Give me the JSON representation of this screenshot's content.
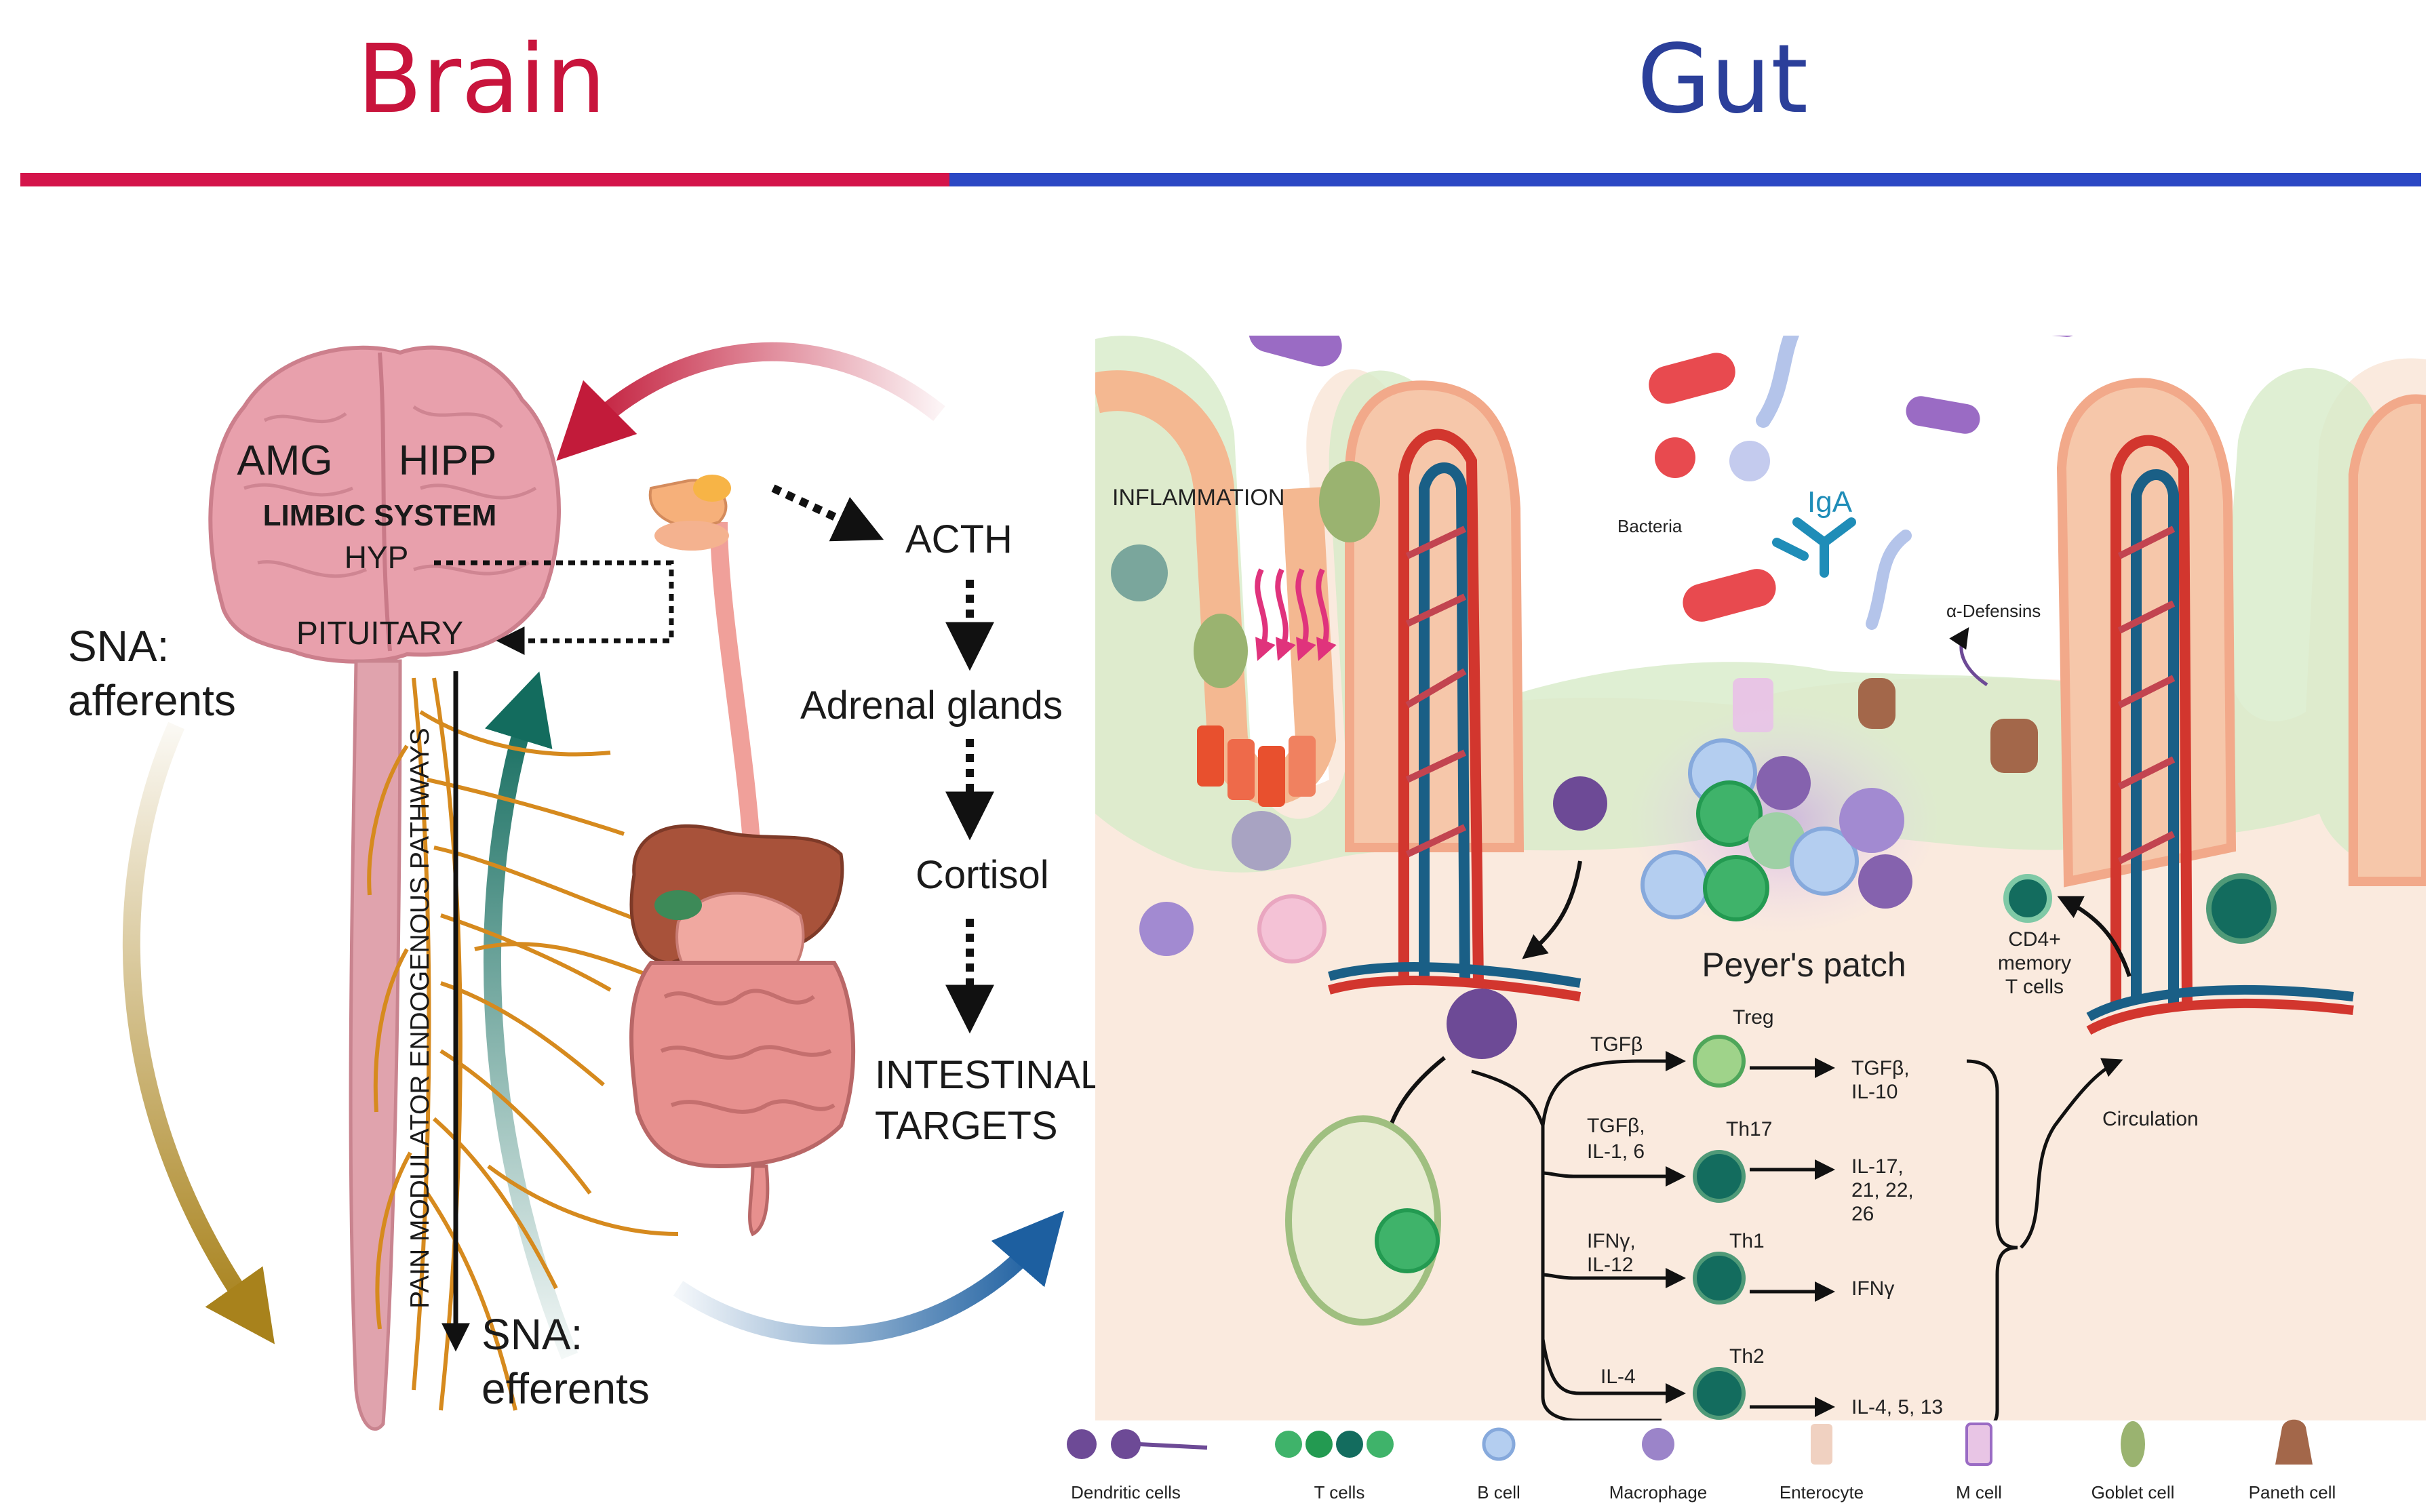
{
  "header": {
    "left_title": "Brain",
    "right_title": "Gut"
  },
  "colors": {
    "brain_accent": "#c8143c",
    "gut_accent": "#2b3f9a",
    "brain_fill": "#e8a0ac",
    "spine_fill": "#e0a3ad",
    "nerve": "#d68a1e",
    "gut_bg": "#faeade",
    "mucosa_green": "#d7ebc8",
    "villus_skin": "#f6c7aa",
    "artery": "#d2362e",
    "vein": "#1a5f86",
    "dendritic": "#6d4a96",
    "t_cell": "#1e8a5a",
    "b_cell": "#a9c8f0",
    "arrow_red": "#c21b3a",
    "arrow_blue": "#1d5fa0",
    "arrow_teal": "#136c5e",
    "arrow_gold": "#a8821c"
  },
  "brain": {
    "amg": "AMG",
    "hipp": "HIPP",
    "limbic": "LIMBIC SYSTEM",
    "hyp": "HYP",
    "pituitary": "PITUITARY",
    "sna_afferents_1": "SNA:",
    "sna_afferents_2": "afferents",
    "sna_efferents_1": "SNA:",
    "sna_efferents_2": "efferents",
    "pain_pathway": "PAIN MODULATOR ENDOGENOUS PATHWAYS"
  },
  "hpa": {
    "acth": "ACTH",
    "adrenal": "Adrenal glands",
    "cortisol": "Cortisol",
    "targets_1": "INTESTINAL",
    "targets_2": "TARGETS"
  },
  "gut": {
    "inflammation": "INFLAMMATION",
    "bacteria": "Bacteria",
    "iga": "IgA",
    "defensins": "α-Defensins",
    "peyers_patch": "Peyer's patch",
    "cd4_1": "CD4+",
    "cd4_2": "memory",
    "cd4_3": "T cells",
    "circulation": "Circulation",
    "pathways": [
      {
        "input_1": "TGFβ",
        "input_2": "",
        "cell": "Treg",
        "output_1": "TGFβ,",
        "output_2": "IL-10",
        "output_3": ""
      },
      {
        "input_1": "TGFβ,",
        "input_2": "IL-1, 6",
        "cell": "Th17",
        "output_1": "IL-17,",
        "output_2": "21, 22,",
        "output_3": "26"
      },
      {
        "input_1": "IFNγ,",
        "input_2": "IL-12",
        "cell": "Th1",
        "output_1": "IFNγ",
        "output_2": "",
        "output_3": ""
      },
      {
        "input_1": "IL-4",
        "input_2": "",
        "cell": "Th2",
        "output_1": "IL-4, 5, 13",
        "output_2": "",
        "output_3": ""
      }
    ]
  },
  "legend": [
    {
      "label": "Dendritic cells",
      "icon": "dendritic-cell-icon"
    },
    {
      "label": "T cells",
      "icon": "t-cell-icon"
    },
    {
      "label": "B cell",
      "icon": "b-cell-icon"
    },
    {
      "label": "Macrophage",
      "icon": "macrophage-icon"
    },
    {
      "label": "Enterocyte",
      "icon": "enterocyte-icon"
    },
    {
      "label": "M cell",
      "icon": "m-cell-icon"
    },
    {
      "label": "Goblet cell",
      "icon": "goblet-cell-icon"
    },
    {
      "label": "Paneth cell",
      "icon": "paneth-cell-icon"
    }
  ]
}
